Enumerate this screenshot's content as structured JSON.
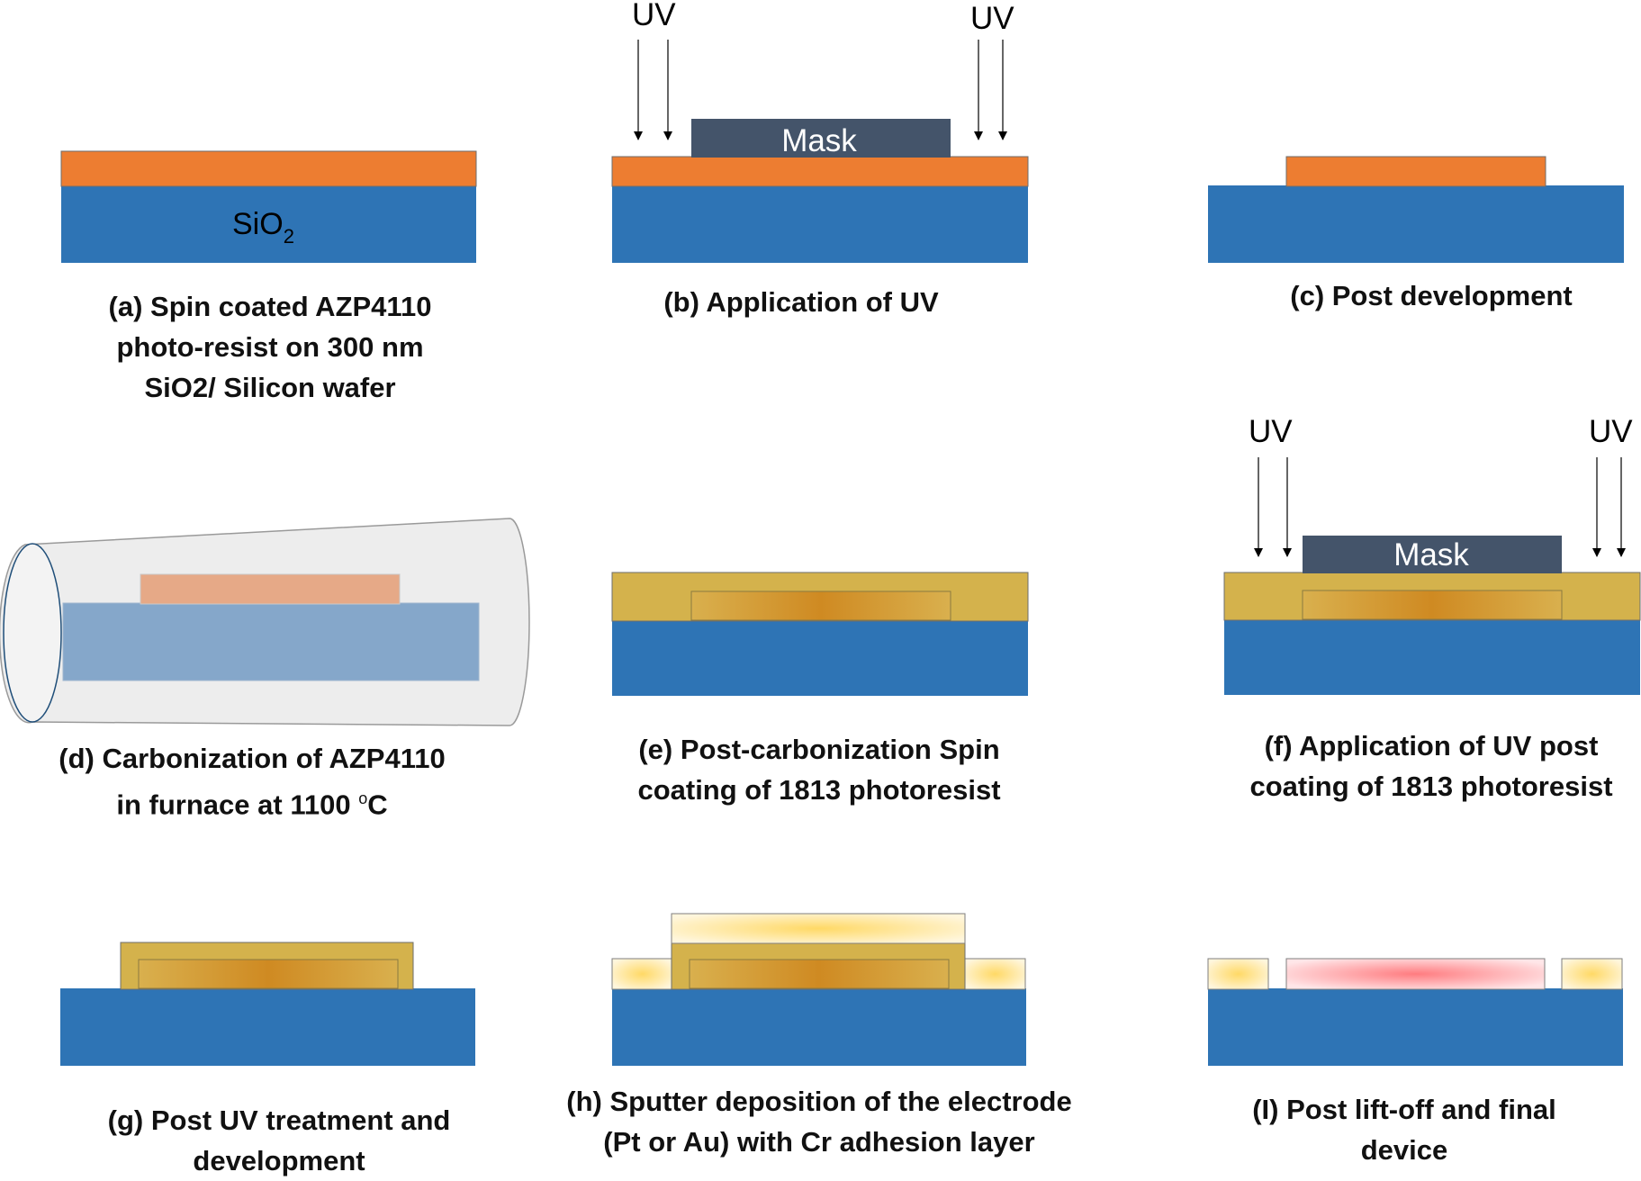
{
  "colors": {
    "substrate": "#2e74b5",
    "photoresist": "#ed7d31",
    "mask": "#44546a",
    "coating_1813": "#d4b24c",
    "carbon": "#c8892a",
    "electrode": "#ffd966",
    "final_device": "#ff7c80",
    "furnace_tube": "#ededed"
  },
  "labels": {
    "substrate": "SiO",
    "substrate_subscript": "2",
    "mask": "Mask",
    "uv": "UV"
  },
  "captions": {
    "a": [
      "(a) Spin coated AZP4110",
      "photo-resist on 300 nm",
      "SiO2/ Silicon wafer"
    ],
    "b": [
      "(b) Application of UV"
    ],
    "c": [
      "(c) Post development"
    ],
    "d": [
      "(d) Carbonization of AZP4110",
      "in furnace at 1100 "
    ],
    "d_degree": "o",
    "d_unit": "C",
    "e": [
      "(e) Post-carbonization Spin",
      "coating of 1813 photoresist"
    ],
    "f": [
      "(f) Application of UV post",
      "coating of 1813 photoresist"
    ],
    "g": [
      "(g) Post UV treatment and",
      "development"
    ],
    "h": [
      "(h) Sputter deposition of the electrode",
      "(Pt or Au) with Cr adhesion layer"
    ],
    "i": [
      "(I) Post lift-off and final",
      "device"
    ]
  }
}
